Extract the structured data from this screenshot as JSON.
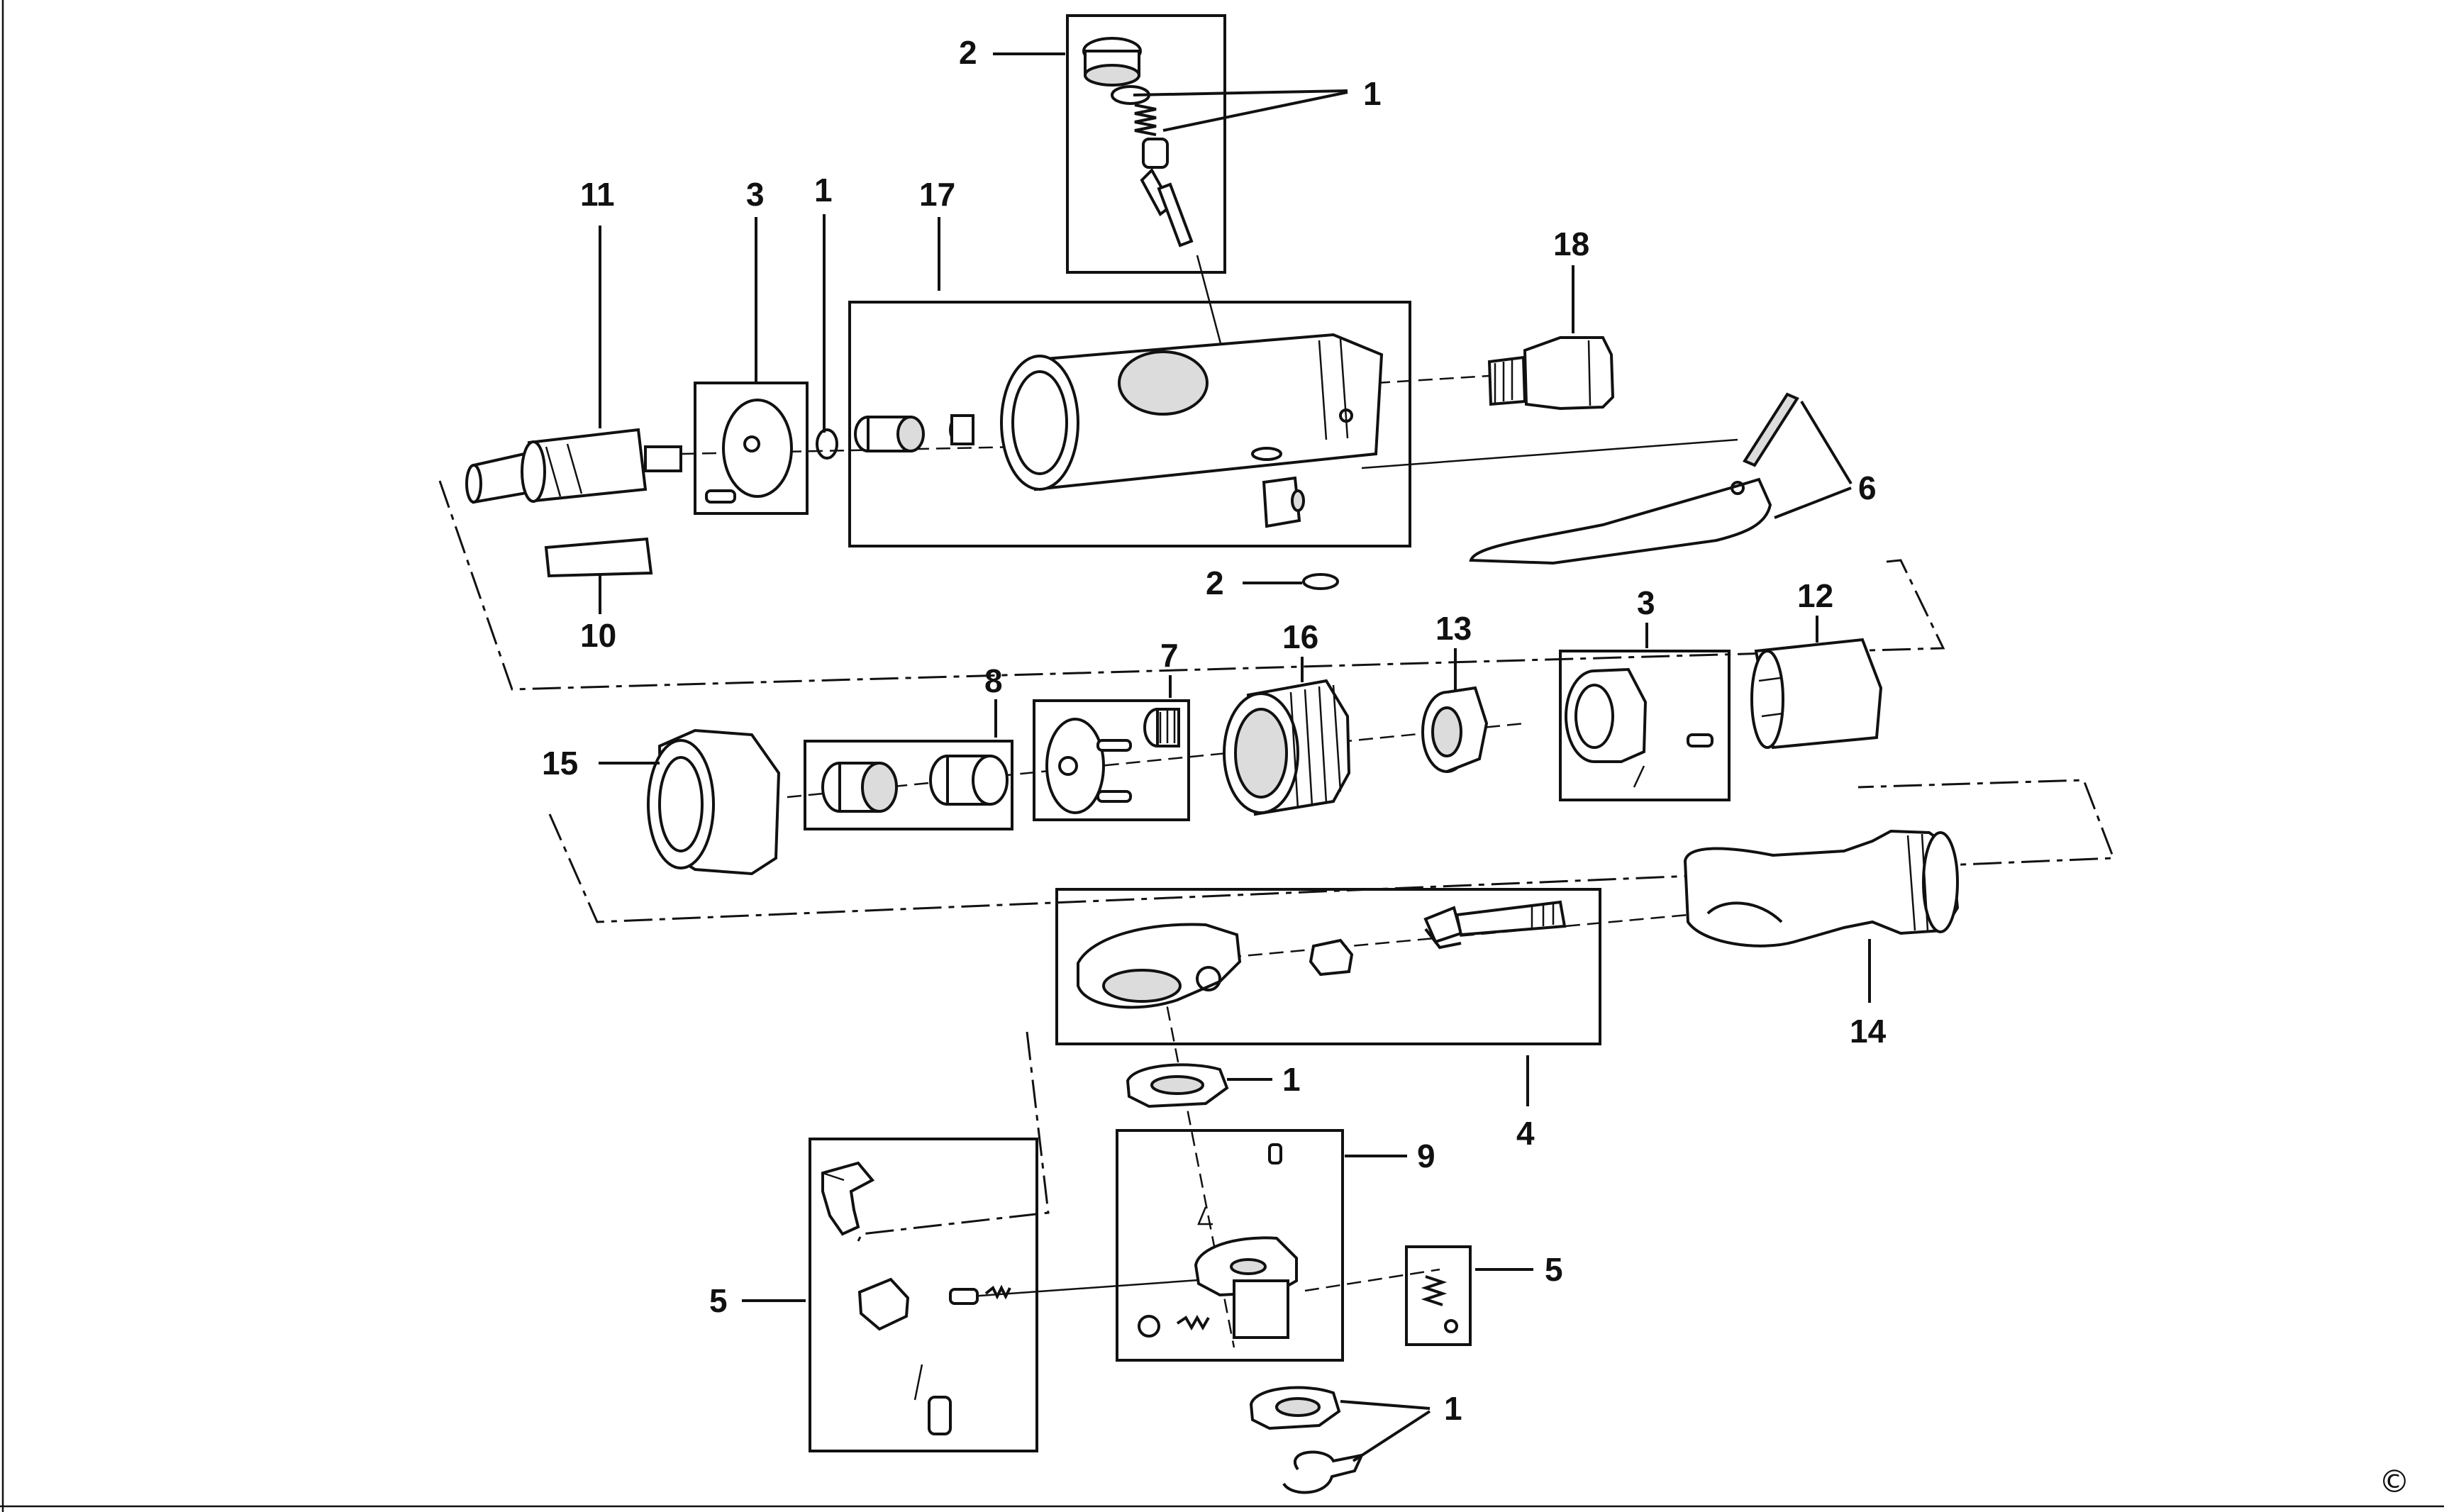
{
  "diagram": {
    "callouts": [
      {
        "id": "c2a",
        "text": "2"
      },
      {
        "id": "c1a",
        "text": "1"
      },
      {
        "id": "c11",
        "text": "11"
      },
      {
        "id": "c3a",
        "text": "3"
      },
      {
        "id": "c1b",
        "text": "1"
      },
      {
        "id": "c17",
        "text": "17"
      },
      {
        "id": "c18",
        "text": "18"
      },
      {
        "id": "c6",
        "text": "6"
      },
      {
        "id": "c2b",
        "text": "2"
      },
      {
        "id": "c10",
        "text": "10"
      },
      {
        "id": "c8",
        "text": "8"
      },
      {
        "id": "c7",
        "text": "7"
      },
      {
        "id": "c16",
        "text": "16"
      },
      {
        "id": "c13",
        "text": "13"
      },
      {
        "id": "c3b",
        "text": "3"
      },
      {
        "id": "c12",
        "text": "12"
      },
      {
        "id": "c15",
        "text": "15"
      },
      {
        "id": "c14",
        "text": "14"
      },
      {
        "id": "c1c",
        "text": "1"
      },
      {
        "id": "c4",
        "text": "4"
      },
      {
        "id": "c9",
        "text": "9"
      },
      {
        "id": "c5a",
        "text": "5"
      },
      {
        "id": "c5b",
        "text": "5"
      },
      {
        "id": "c1d",
        "text": "1"
      }
    ],
    "copyright": "©"
  }
}
